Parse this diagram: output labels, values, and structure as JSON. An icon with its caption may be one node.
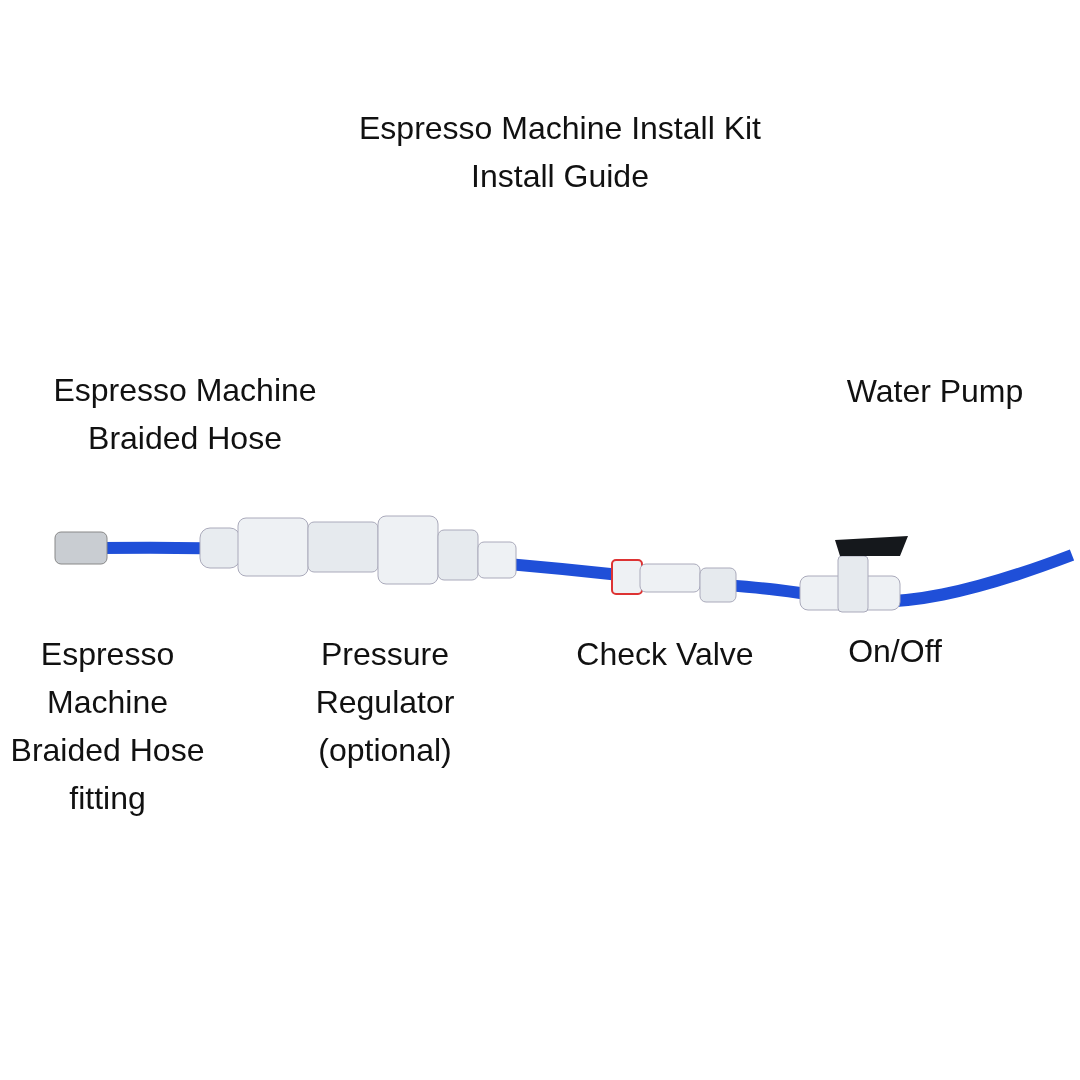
{
  "diagram": {
    "title": "Espresso Machine Install Kit Install Guide",
    "labels": [
      "Espresso Machine Braided Hose",
      "Water Pump",
      "Espresso Machine Braided Hose fitting",
      "Pressure Regulator (optional)",
      "Check Valve",
      "On/Off"
    ]
  }
}
